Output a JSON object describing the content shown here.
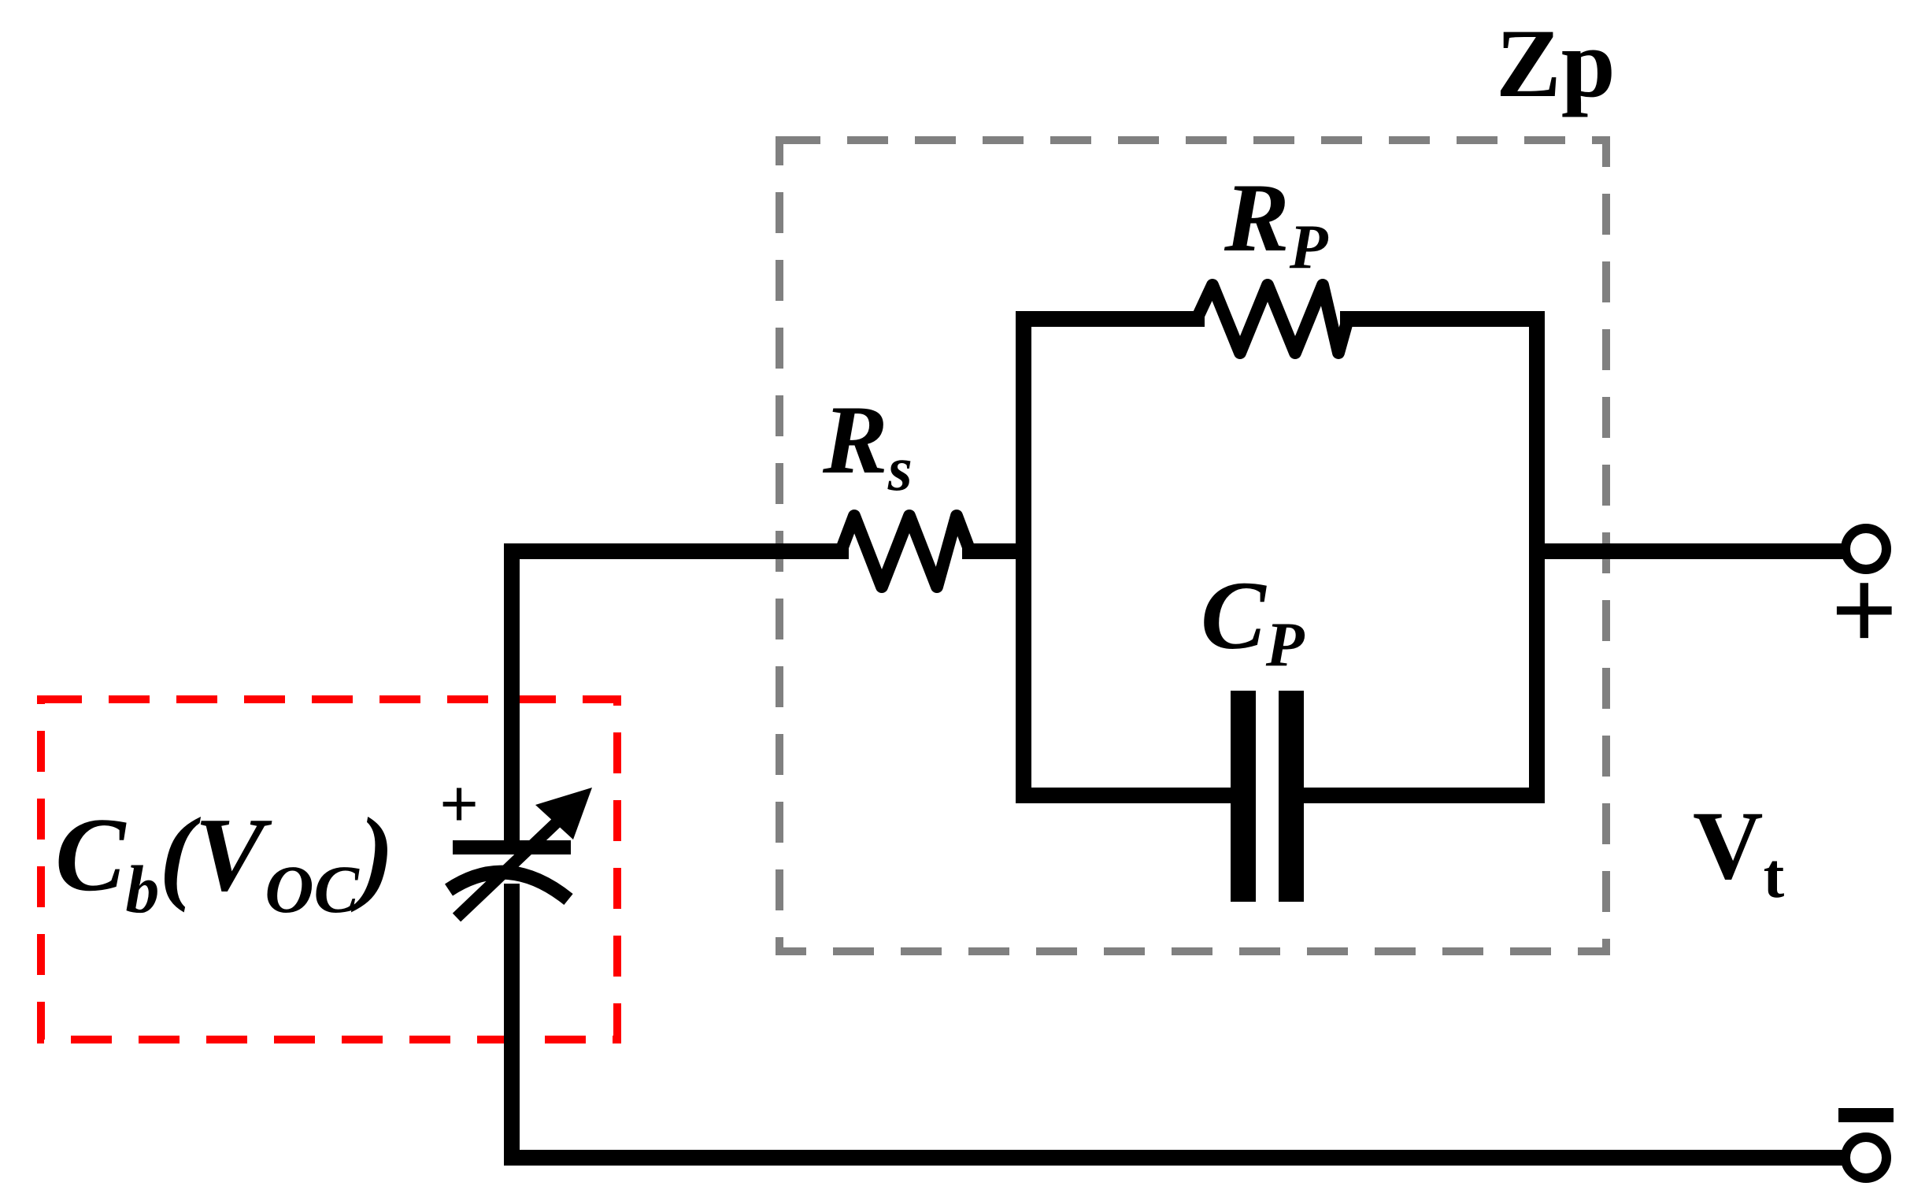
{
  "impedance_block": {
    "label": "Zp",
    "color": "#808080"
  },
  "battery_block": {
    "color": "#ff0000",
    "label_main": "C",
    "label_sub": "b",
    "label_paren_open": "(",
    "label_inner_main": "V",
    "label_inner_sub": "OC",
    "label_paren_close": ")"
  },
  "components": {
    "rs": {
      "main": "R",
      "sub": "s"
    },
    "rp": {
      "main": "R",
      "sub": "P"
    },
    "cp": {
      "main": "C",
      "sub": "P"
    }
  },
  "terminals": {
    "voltage": {
      "main": "V",
      "sub": "t"
    },
    "plus_symbol": "+",
    "minus_symbol": "−"
  },
  "battery_polarity": "+",
  "icons": [
    "variable-capacitor-icon",
    "resistor-icon",
    "capacitor-icon",
    "terminal-icon"
  ]
}
